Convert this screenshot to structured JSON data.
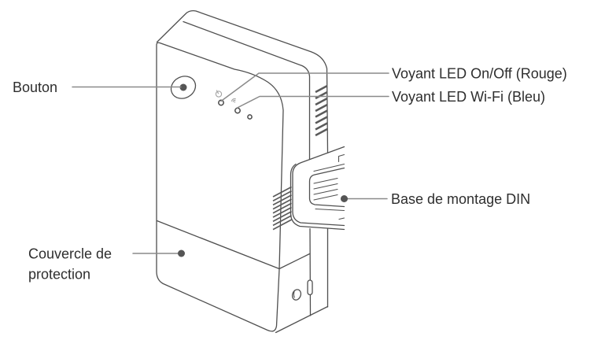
{
  "labels": {
    "button": "Bouton",
    "led_onoff": "Voyant LED On/Off (Rouge)",
    "led_wifi": "Voyant LED Wi-Fi (Bleu)",
    "din_base": "Base de montage DIN",
    "cover_line1": "Couvercle de",
    "cover_line2": "protection"
  },
  "icons": {
    "power": "power-icon",
    "wifi": "wifi-icon"
  },
  "colors": {
    "background": "#ffffff",
    "device_outline": "#4f4f4f",
    "leader_line": "#8a8a8a",
    "leader_dot": "#555555",
    "label_text": "#2e2e2e",
    "icon_gray": "#a3a3a3"
  }
}
